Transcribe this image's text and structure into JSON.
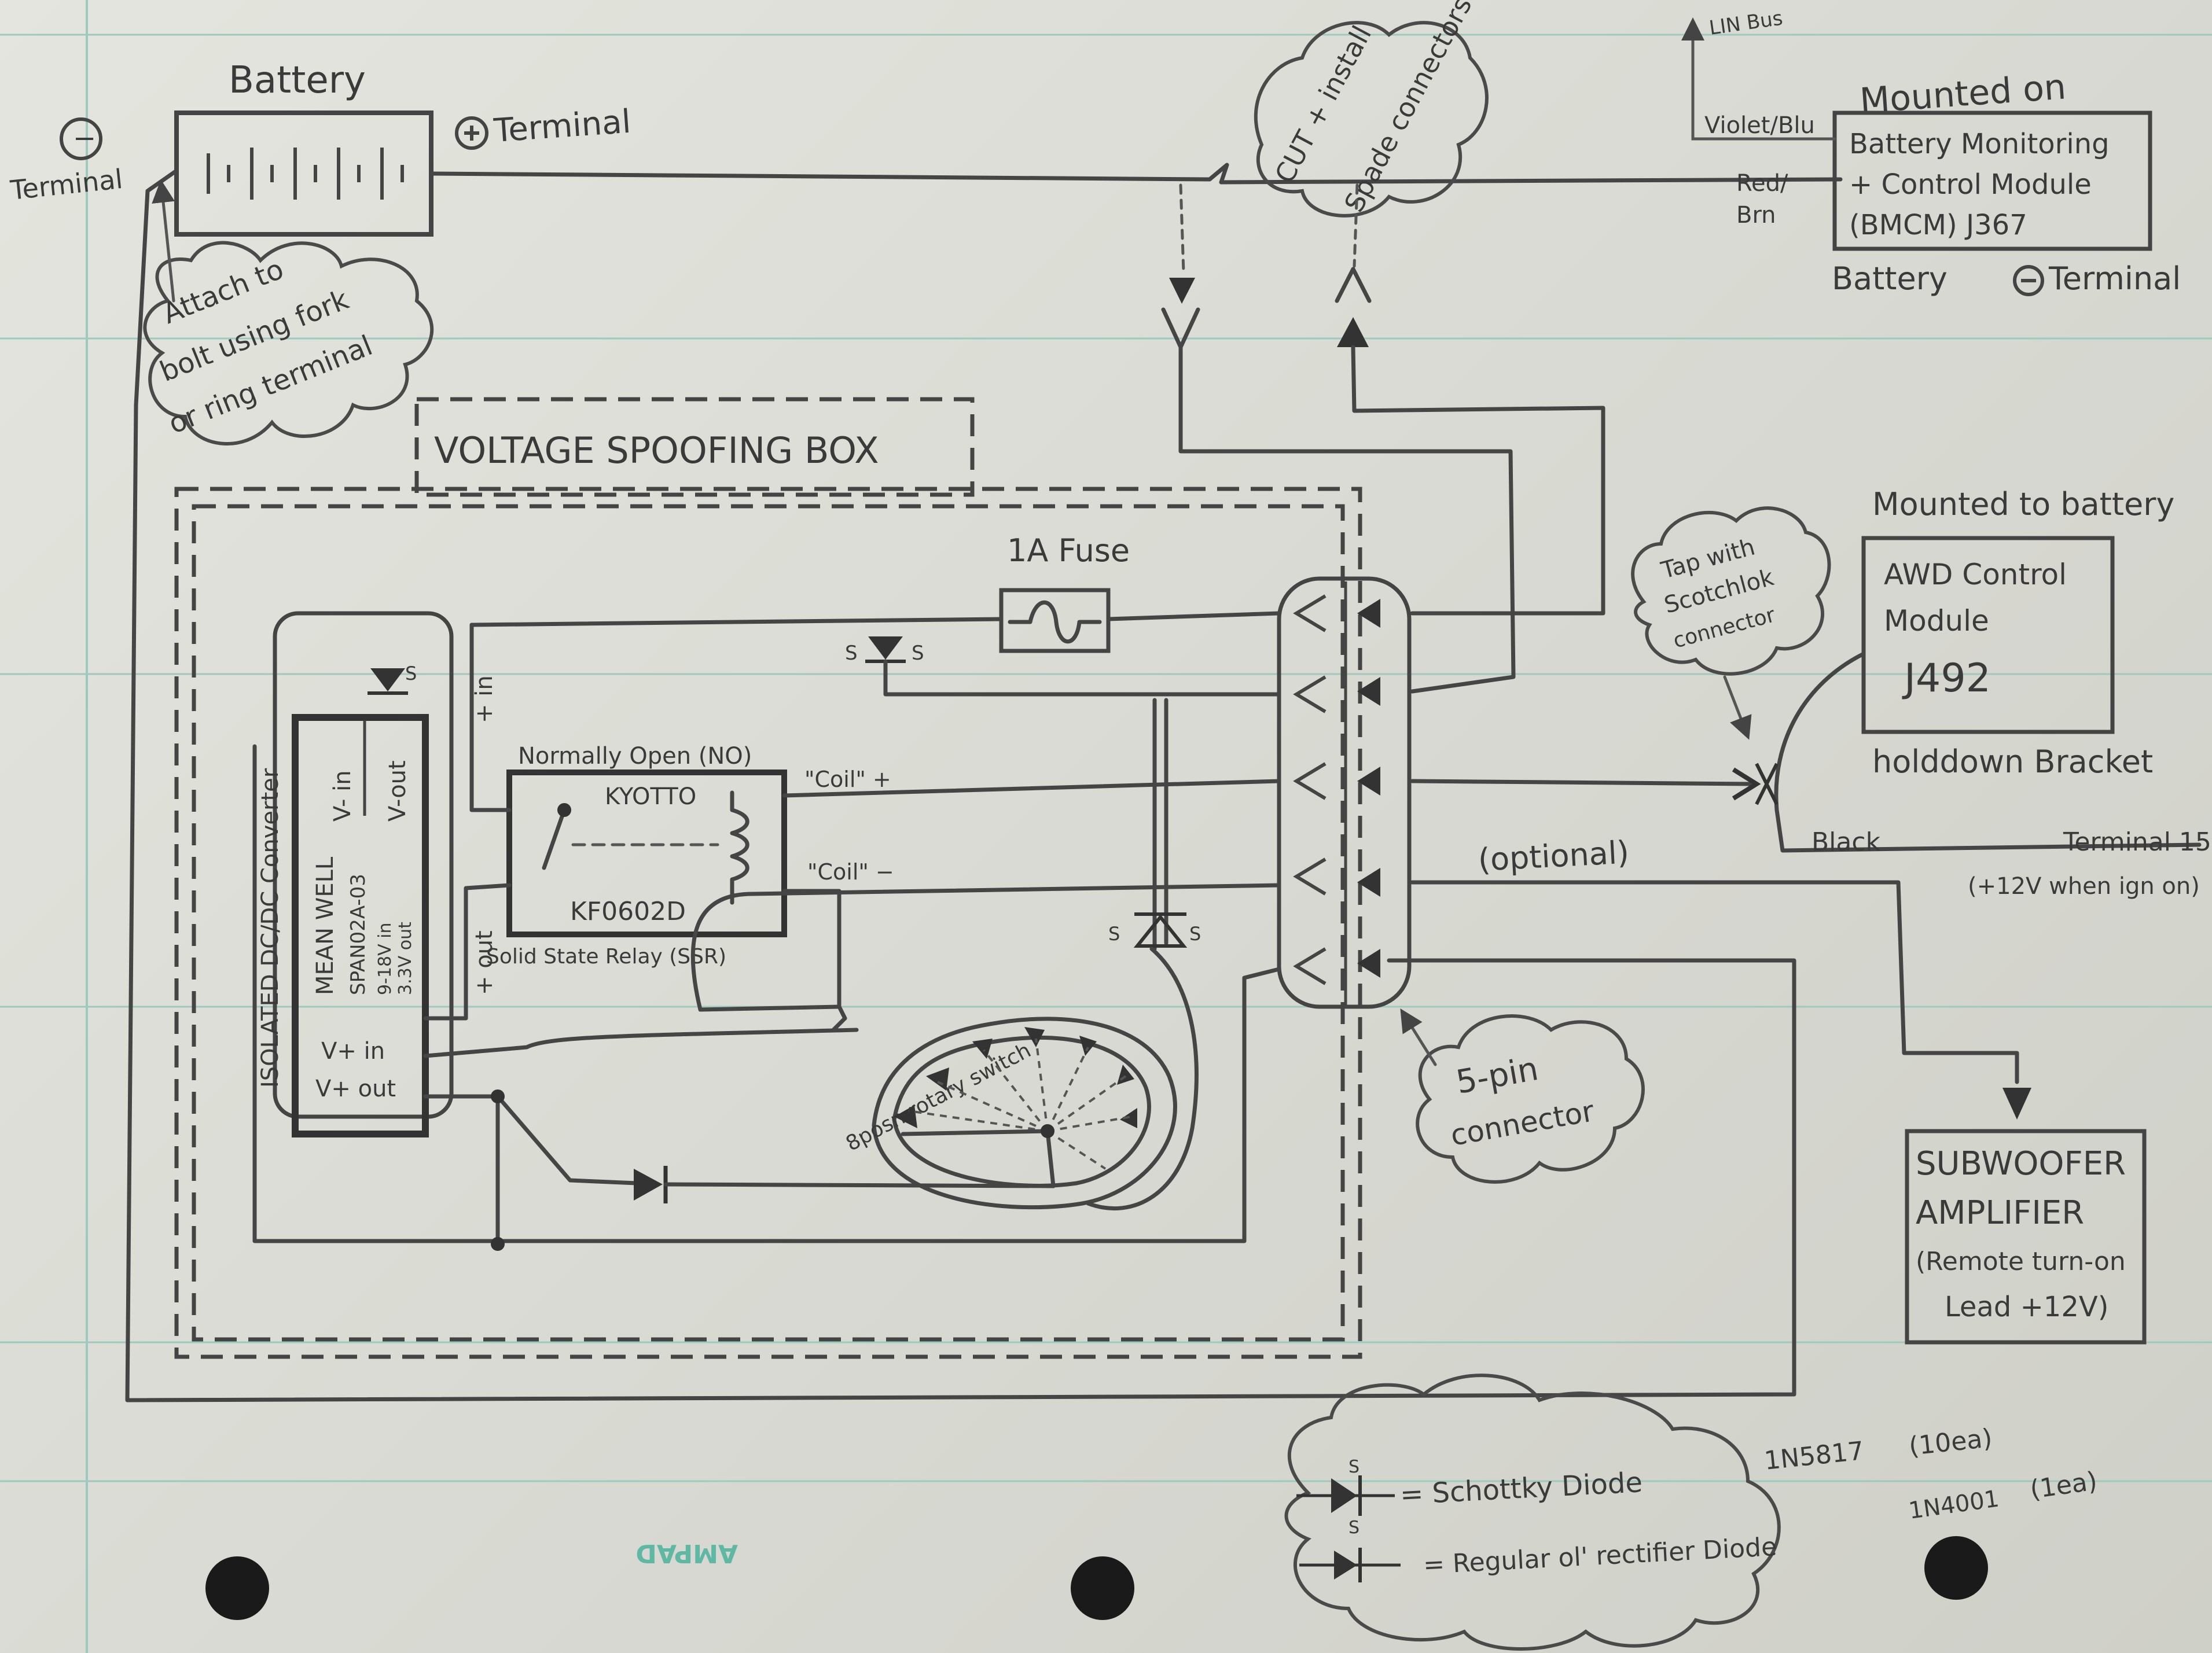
{
  "battery": {
    "label": "Battery",
    "neg_sign": "−",
    "neg_label": "Terminal",
    "pos_label": "Terminal"
  },
  "notes": {
    "attach": [
      "Attach to",
      "bolt using fork",
      "or ring terminal"
    ],
    "cut": [
      "CUT + install",
      "Spade connectors"
    ],
    "tap": [
      "Tap with",
      "Scotchlok",
      "connector"
    ],
    "five_pin": [
      "5-pin",
      "connector"
    ],
    "lin_bus": "LIN Bus",
    "optional": "(optional)"
  },
  "bmcm": {
    "mounted": "Mounted on",
    "lines": [
      "Battery Monitoring",
      "+ Control Module",
      "(BMCM) J367"
    ],
    "footer": "Battery",
    "footer_terminal": "Terminal",
    "violet": "Violet/Blu",
    "red": "Red/",
    "brn": "Brn"
  },
  "awd": {
    "mounted": "Mounted to battery",
    "lines": [
      "AWD Control",
      "Module",
      "J492"
    ],
    "footer": "holddown Bracket",
    "black": "Black",
    "terminal15": "Terminal 15,",
    "ign": "(+12V when ign on)"
  },
  "sub": {
    "lines": [
      "SUBWOOFER",
      "AMPLIFIER",
      "(Remote turn-on",
      "Lead +12V)"
    ]
  },
  "box": {
    "title": "VOLTAGE SPOOFING BOX"
  },
  "fuse": {
    "label": "1A Fuse"
  },
  "converter": {
    "title": "ISOLATED DC/DC Converter",
    "brand": "MEAN WELL",
    "model": "SPAN02A-03",
    "spec1": "9-18V in",
    "spec2": "3.3V out",
    "vin_minus": "V- in",
    "vout_minus": "V-out",
    "vin_plus": "V+ in",
    "vout_plus": "V+ out"
  },
  "relay": {
    "heading": "Normally Open (NO)",
    "brand": "KYOTTO",
    "model": "KF0602D",
    "footer": "Solid State Relay (SSR)",
    "coil_plus": "\"Coil\" +",
    "coil_minus": "\"Coil\" −",
    "plus_in": "+ in",
    "plus_out": "+ out"
  },
  "switch": {
    "label": "8posn rotary switch"
  },
  "legend": {
    "schottky": "= Schottky Diode",
    "schottky_part": "1N5817",
    "schottky_qty": "(10ea)",
    "rectifier": "= Regular ol' rectifier Diode",
    "rectifier_part": "1N4001",
    "rectifier_qty": "(1ea)",
    "s_mark": "S"
  },
  "paper_brand": "AMPAD"
}
